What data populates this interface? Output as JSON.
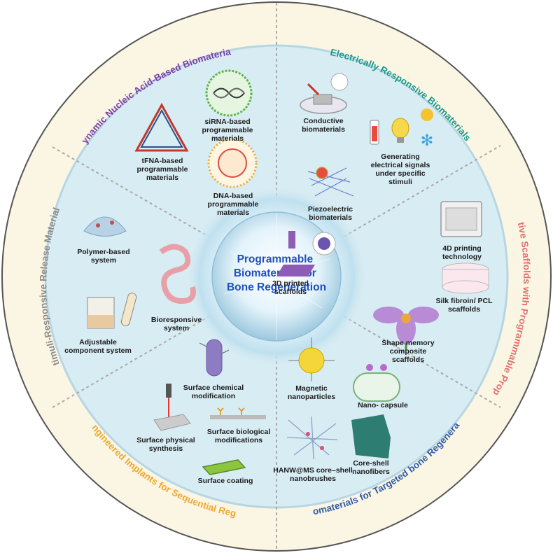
{
  "center": {
    "lines": [
      "Programmable",
      "Biomaterials for",
      "Bone Regeneration"
    ]
  },
  "segments": {
    "dynamic": {
      "title": "Dynamic Nucleic Acid-Based Biomaterials",
      "color": "#7b3fa8"
    },
    "electrical": {
      "title": "Electrically Responsive Biomaterials",
      "color": "#1a9a8c"
    },
    "bioactive": {
      "title": "Bioactive Scaffolds with Programmable Properties",
      "color": "#e07070"
    },
    "nano": {
      "title": "Nanomaterials for Targeted bone Regeneration",
      "color": "#2e5da8"
    },
    "surface": {
      "title": "Surface-Engineered Implants for Sequential Regeneration",
      "color": "#f0a830"
    },
    "stimuli": {
      "title": "Stimuli-Responsive Release Materials",
      "color": "#8a8a8a"
    }
  },
  "items": {
    "sirna": "siRNA-based programmable materials",
    "tfna": "tFNA-based programmable materials",
    "dna": "DNA-based programmable materials",
    "conductive": "Conductive biomaterials",
    "generating": "Generating electrical signals under specific stimuli",
    "piezo": "Piezoelectric biomaterials",
    "printing4d": "4D printing technology",
    "printed3d": "3D printed scaffolds",
    "silk": "Silk fibroin/ PCL scaffolds",
    "shape": "Shape memory composite scaffolds",
    "magnetic": "Magnetic nanoparticles",
    "nanocapsule": "Nano- capsule",
    "coreshell": "Core-shell nanofibers",
    "hanw": "HANW@MS core–shell nanobrushes",
    "chemical": "Surface chemical modification",
    "biological": "Surface biological modifications",
    "physical": "Surface physical synthesis",
    "coating": "Surface coating",
    "polymer": "Polymer-based system",
    "bioresponsive": "Bioresponsive system",
    "adjustable": "Adjustable component system"
  },
  "colors": {
    "outer_ring": "#fbf6e3",
    "inner_disk": "#d8ecf3",
    "rim": "#c8dfe8",
    "center_glow": "#eaf6fc",
    "divider": "#a9a9a9"
  }
}
